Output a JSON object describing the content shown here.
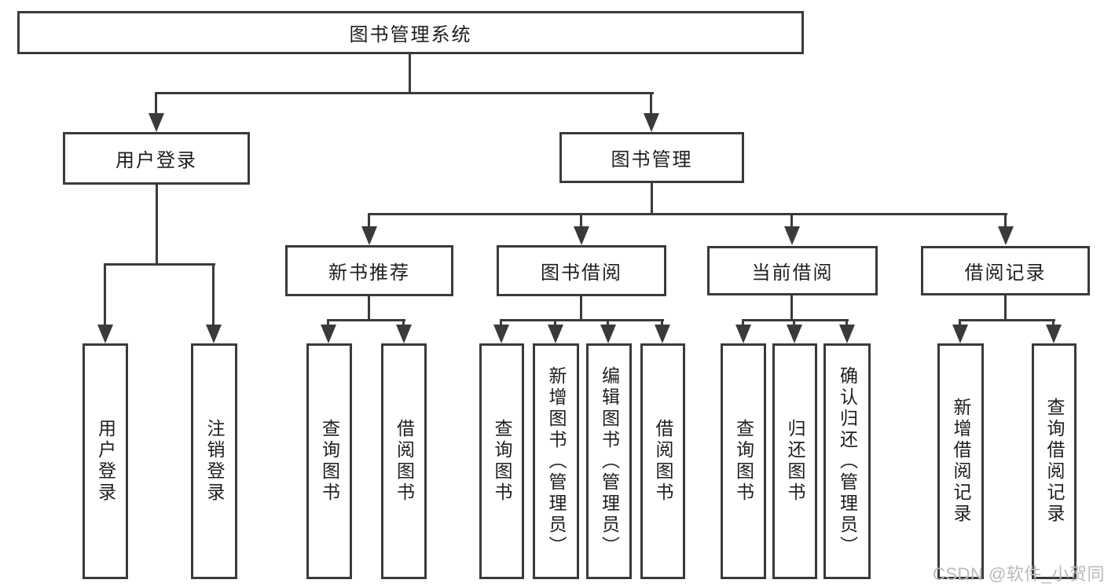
{
  "colors": {
    "line": "#3a3a3a",
    "text": "#1e1e1e",
    "background": "#ffffff",
    "watermark": "#b9b9b9"
  },
  "nodes": {
    "root": "图书管理系统",
    "user_login": "用户登录",
    "book_management": "图书管理",
    "new_book_recommend": "新书推荐",
    "book_borrowing": "图书借阅",
    "current_borrowing": "当前借阅",
    "borrowing_records": "借阅记录"
  },
  "leaves": {
    "user_login": "用户登录",
    "logout": "注销登录",
    "recommend_query_book": "查询图书",
    "recommend_borrow_book": "借阅图书",
    "borrow_query_book": "查询图书",
    "borrow_add_book": "新增图书（管理员）",
    "borrow_edit_book": "编辑图书（管理员）",
    "borrow_borrow_book": "借阅图书",
    "current_query_book": "查询图书",
    "current_return_book": "归还图书",
    "current_confirm_return": "确认归还（管理员）",
    "record_add": "新增借阅记录",
    "record_query": "查询借阅记录"
  },
  "watermark": {
    "text": "CSDN @软件_小贺同学"
  }
}
